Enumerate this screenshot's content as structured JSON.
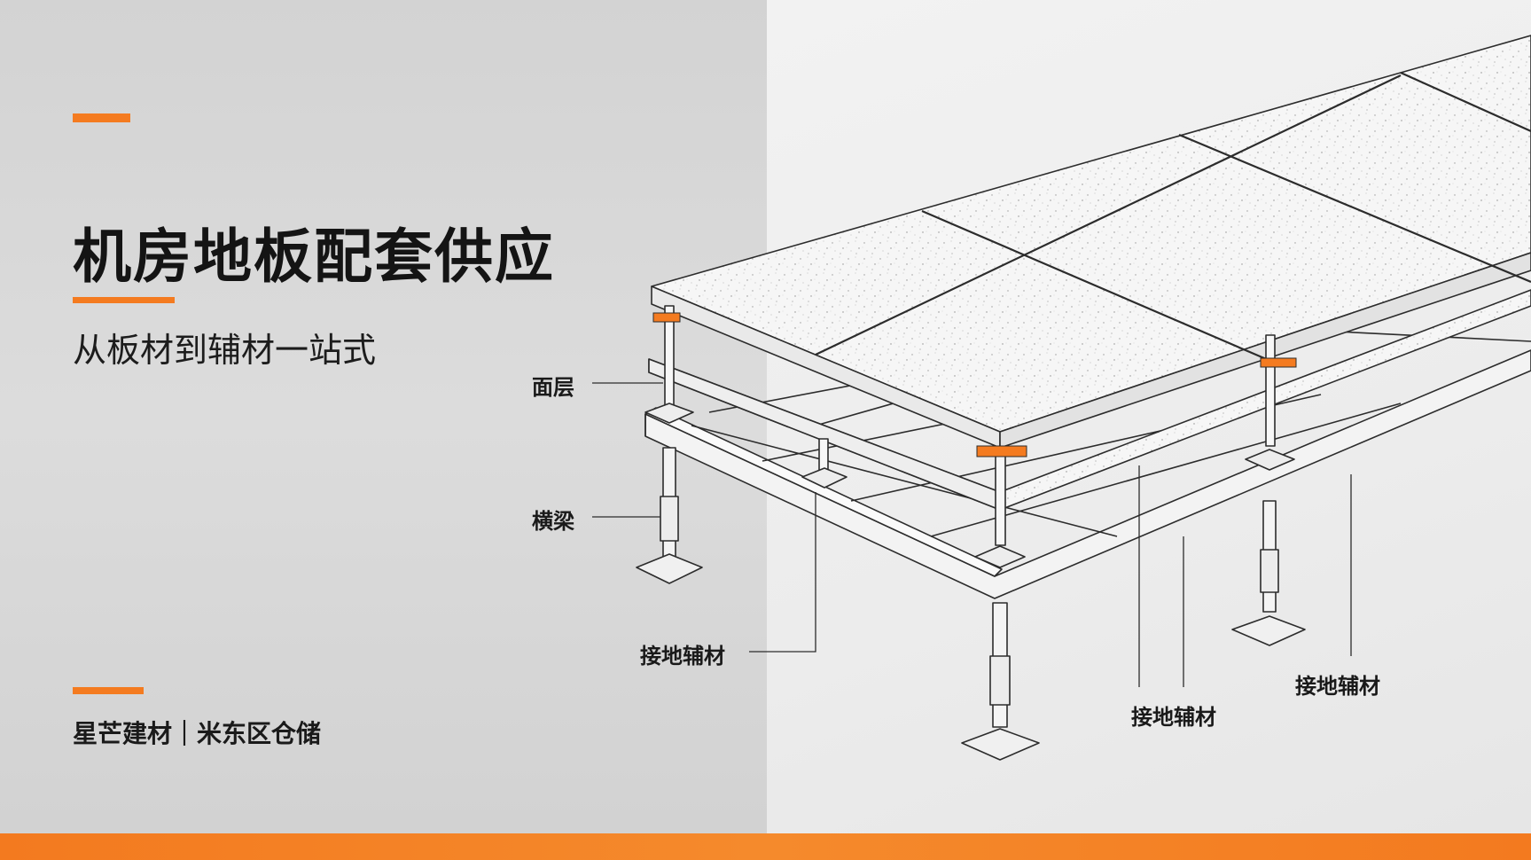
{
  "title": "机房地板配套供应",
  "subtitle": "从板材到辅材一站式",
  "footer": "星芒建材｜米东区仓储",
  "accent_color": "#f47b20",
  "labels": {
    "surface": "面层",
    "beam": "横梁",
    "grounding_1": "接地辅材",
    "grounding_2": "接地辅材",
    "grounding_3": "接地辅材"
  }
}
